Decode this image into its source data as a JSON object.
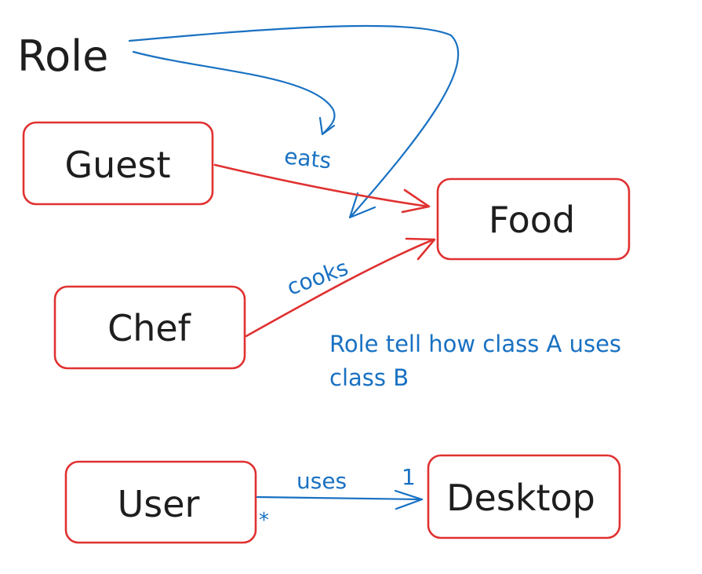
{
  "title": "Role",
  "colors": {
    "box_stroke": "#e03131",
    "annotation": "#1971c2",
    "text": "#1e1e1e",
    "background": "#ffffff"
  },
  "nodes": {
    "guest": "Guest",
    "food": "Food",
    "chef": "Chef",
    "user": "User",
    "desktop": "Desktop"
  },
  "edges": {
    "guest_food": "eats",
    "chef_food": "cooks",
    "user_desktop": "uses"
  },
  "multiplicity": {
    "user_end": "*",
    "desktop_end": "1"
  },
  "note": {
    "line1": "Role tell how class A uses",
    "line2": "class B"
  }
}
